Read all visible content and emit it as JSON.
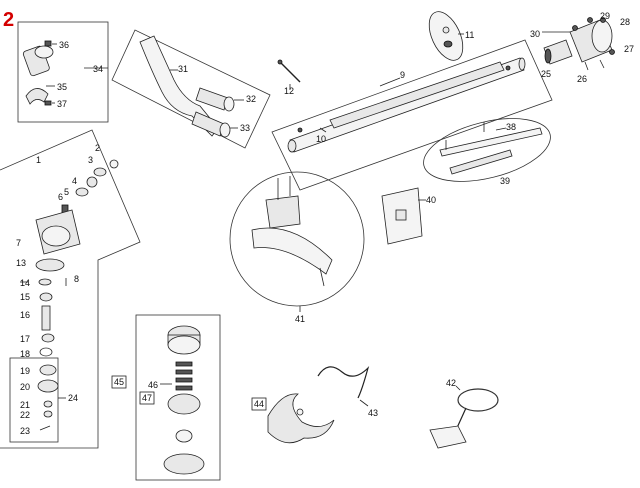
{
  "page_number": "2",
  "labels": {
    "l1": "1",
    "l2": "2",
    "l3": "3",
    "l4": "4",
    "l5": "5",
    "l6": "6",
    "l7": "7",
    "l8": "8",
    "l9": "9",
    "l10": "10",
    "l11": "11",
    "l12": "12",
    "l13": "13",
    "l14": "14",
    "l15": "15",
    "l16": "16",
    "l17": "17",
    "l18": "18",
    "l19": "19",
    "l20": "20",
    "l21": "21",
    "l22": "22",
    "l23": "23",
    "l24": "24",
    "l25": "25",
    "l26": "26",
    "l27": "27",
    "l28": "28",
    "l29": "29",
    "l30": "30",
    "l31": "31",
    "l32": "32",
    "l33": "33",
    "l34": "34",
    "l35": "35",
    "l36": "36",
    "l37": "37",
    "l38": "38",
    "l39": "39",
    "l40": "40",
    "l41": "41",
    "l42": "42",
    "l43": "43",
    "l44": "44",
    "l45": "45",
    "l46": "46",
    "l47": "47"
  }
}
